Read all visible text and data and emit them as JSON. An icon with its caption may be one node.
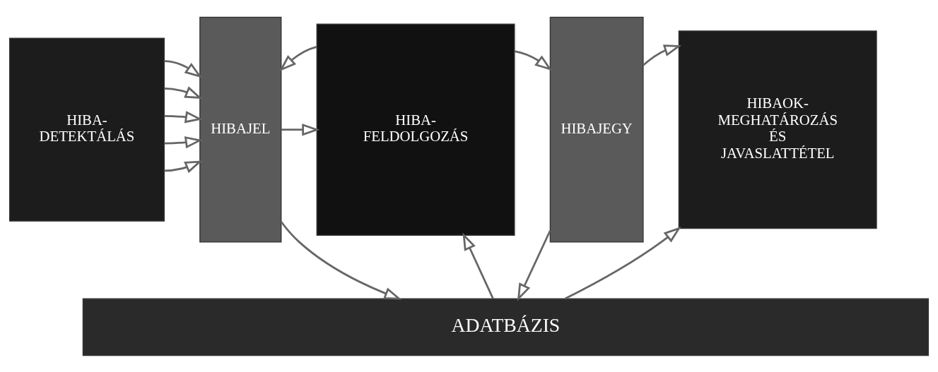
{
  "diagram": {
    "nodes": [
      {
        "text": [
          "HIBA- DETEKTÁLÁS"
        ]
      },
      {
        "text": [
          "HIBAJEL"
        ]
      },
      {
        "text": [
          "HIBA- FELDOLGOZÁS"
        ]
      },
      {
        "text": [
          "HIBAJEGY"
        ]
      },
      {
        "text": [
          "HIBAOK- MEGHATÁROZÁS ÉS JAVASLATTÉTEL"
        ]
      },
      {
        "text": [
          "ADATBÁZIS"
        ]
      }
    ],
    "edges": [
      {
        "from": 0,
        "to": 1,
        "arrow": "to"
      },
      {
        "from": 0,
        "to": 1,
        "arrow": "to"
      },
      {
        "from": 0,
        "to": 1,
        "arrow": "to"
      },
      {
        "from": 0,
        "to": 1,
        "arrow": "to"
      },
      {
        "from": 0,
        "to": 1,
        "arrow": "to"
      },
      {
        "from": 1,
        "to": 2,
        "arrow": "to"
      },
      {
        "from": 2,
        "to": 1,
        "arrow": "to"
      },
      {
        "from": 2,
        "to": 3,
        "arrow": "to"
      },
      {
        "from": 3,
        "to": 4,
        "arrow": "to"
      },
      {
        "from": 1,
        "to": 5,
        "arrow": "to"
      },
      {
        "from": 5,
        "to": 2,
        "arrow": "to"
      },
      {
        "from": 3,
        "to": 5,
        "arrow": "to"
      },
      {
        "from": 5,
        "to": 4,
        "arrow": "to"
      }
    ]
  }
}
